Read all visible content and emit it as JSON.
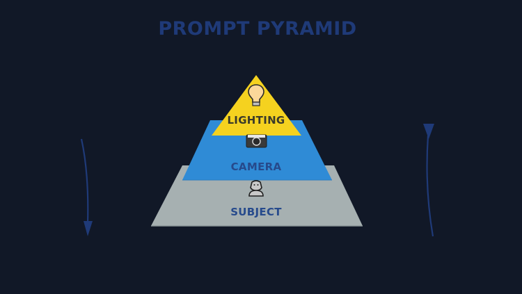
{
  "title": "PROMPT PYRAMID",
  "colors": {
    "background": "#111827",
    "title": "#1f3a78",
    "arrow": "#1f3a78",
    "lighting_fill": "#f5d21f",
    "camera_fill": "#2f8bd6",
    "subject_fill": "#a6b0b1",
    "lighting_text": "#3a3a2a",
    "layer_text": "#264a8c"
  },
  "layers": [
    {
      "id": "lighting",
      "label": "LIGHTING",
      "icon": "lightbulb-icon",
      "level": "top"
    },
    {
      "id": "camera",
      "label": "CAMERA",
      "icon": "camera-icon",
      "level": "middle"
    },
    {
      "id": "subject",
      "label": "SUBJECT",
      "icon": "person-icon",
      "level": "base"
    }
  ],
  "arrows": [
    {
      "side": "left",
      "direction": "down"
    },
    {
      "side": "right",
      "direction": "up"
    }
  ]
}
